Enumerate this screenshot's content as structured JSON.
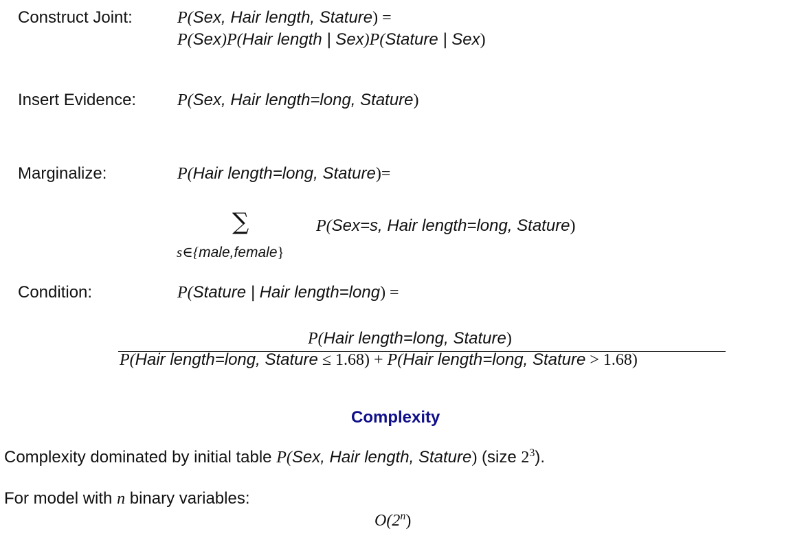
{
  "steps": {
    "construct": {
      "label": "Construct Joint:",
      "line1": {
        "p": "P(",
        "args": "Sex, Hair length, Stature",
        "close": ") ="
      },
      "line2": {
        "p1": "P(",
        "a1": "Sex",
        "c1": ")P(",
        "a2": "Hair length | Sex",
        "c2": ")P(",
        "a3": "Stature | Sex",
        "c3": ")"
      }
    },
    "evidence": {
      "label": "Insert Evidence:",
      "p": "P(",
      "args": "Sex, Hair length=long, Stature",
      "close": ")"
    },
    "marginalize": {
      "label": "Marginalize:",
      "p": "P(",
      "args": "Hair length=long, Stature",
      "close": ")=",
      "sum_symbol": "∑",
      "sum_sub_pre": "s∈{",
      "sum_sub_set": "male,female",
      "sum_sub_post": "}",
      "term_p": "P(",
      "term_args": "Sex=s, Hair length=long, Stature",
      "term_close": ")"
    },
    "condition": {
      "label": "Condition:",
      "p": "P(",
      "args": "Stature | Hair length=long",
      "close": ") =",
      "numerator": {
        "p": "P(",
        "args": "Hair length=long, Stature",
        "close": ")"
      },
      "denominator": {
        "p1": "P(",
        "a1": "Hair length=long, Stature",
        "op1": " ≤ 1.68) + ",
        "p2": "P(",
        "a2": "Hair length=long, Stature",
        "op2": " > 1.68)"
      }
    }
  },
  "complexity": {
    "heading": "Complexity",
    "line1": {
      "pre": "Complexity dominated by initial table ",
      "p": "P(",
      "args": "Sex, Hair length, Stature",
      "close": ")",
      "size_pre": " (size ",
      "base": "2",
      "exp": "3",
      "size_post": ")."
    },
    "line2": {
      "pre": "For model with ",
      "var": "n",
      "post": " binary variables:"
    },
    "bigO": {
      "pre": "O(2",
      "exp": "n",
      "post": ")"
    }
  }
}
